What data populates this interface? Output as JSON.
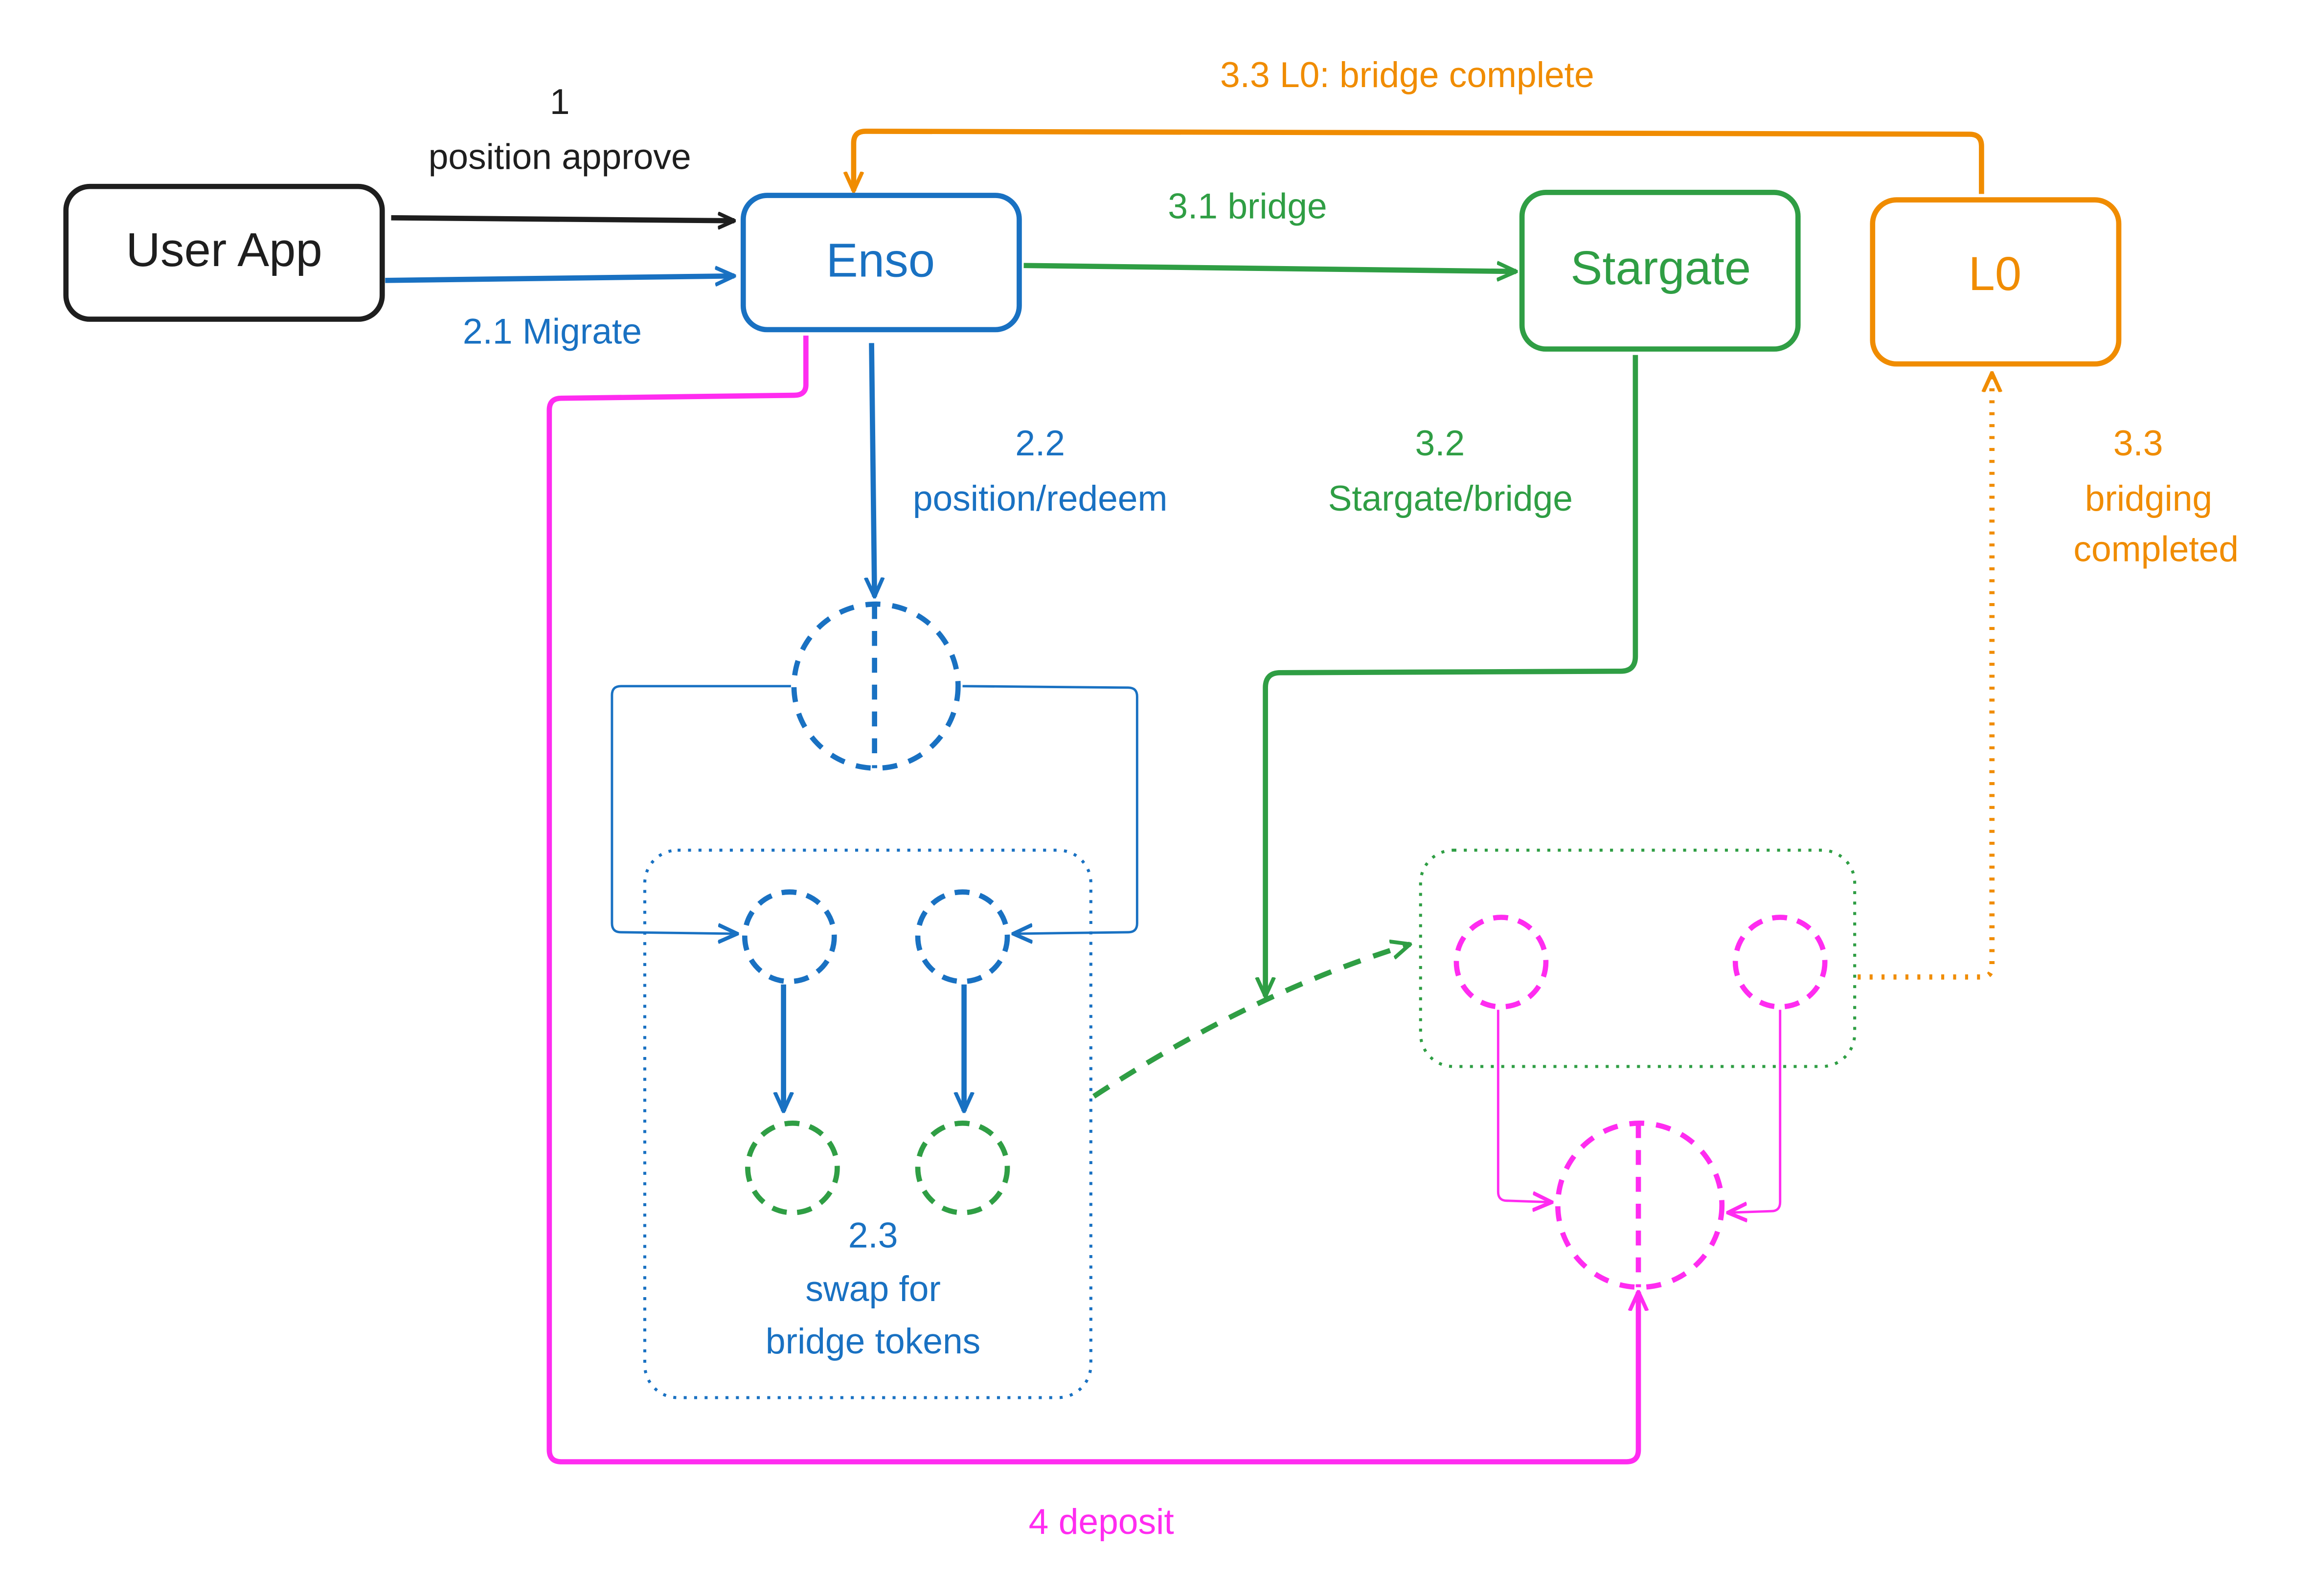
{
  "colors": {
    "black": "#1e1e1e",
    "blue": "#1971c2",
    "green": "#2f9e44",
    "orange": "#f08c00",
    "magenta": "#ff2cf0"
  },
  "nodes": {
    "user_app": "User App",
    "enso": "Enso",
    "stargate": "Stargate",
    "l0": "L0"
  },
  "edges": {
    "step1_number": "1",
    "step1_label": "position approve",
    "step2_1": "2.1 Migrate",
    "step2_2_number": "2.2",
    "step2_2_label": "position/redeem",
    "step2_3_number": "2.3",
    "step2_3_line1": "swap for",
    "step2_3_line2": "bridge tokens",
    "step3_1": "3.1 bridge",
    "step3_2_number": "3.2",
    "step3_2_label": "Stargate/bridge",
    "step3_3_top": "3.3 L0: bridge complete",
    "step3_3_number": "3.3",
    "step3_3_line1": "bridging",
    "step3_3_line2": "completed",
    "step4": "4 deposit"
  }
}
